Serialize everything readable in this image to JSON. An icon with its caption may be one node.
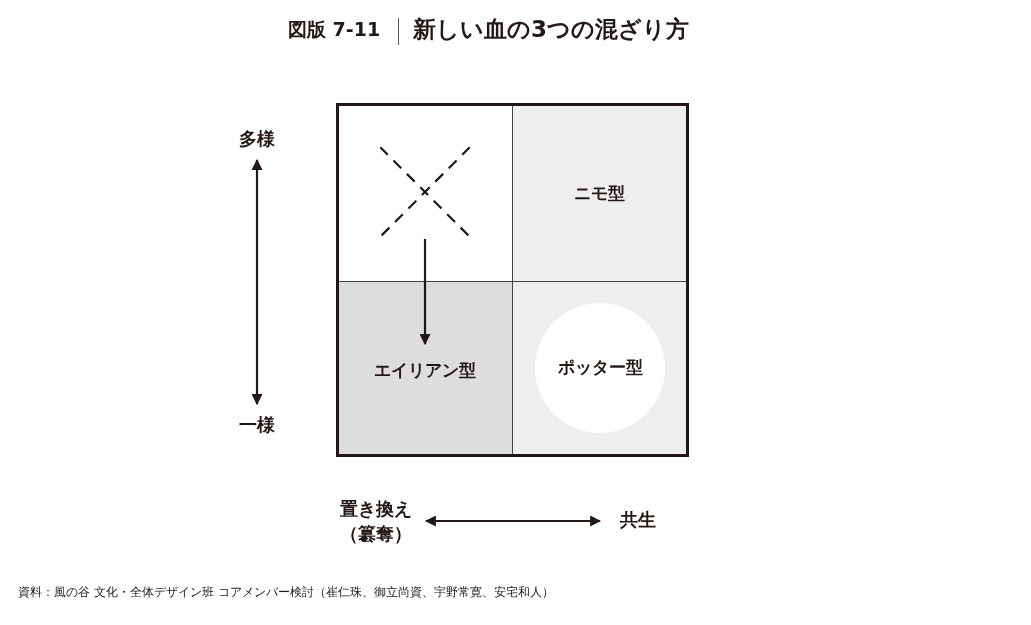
{
  "diagram": {
    "title": "新しい血の3つの混ざり方",
    "nodes": [
      {
        "text": [],
        "shape": "box"
      },
      {
        "text": [],
        "shape": "cross",
        "in": 0
      },
      {
        "text": [
          "ニモ型"
        ]
      },
      {
        "text": [],
        "shape": "box"
      },
      {
        "text": [
          "エイリアン型"
        ],
        "in": 3
      },
      {
        "text": [],
        "shape": "box"
      },
      {
        "text": [
          "ポッター型"
        ],
        "in": 5
      },
      {
        "text": [
          "多様"
        ]
      },
      {
        "text": [
          "一様"
        ]
      },
      {
        "text": [
          "置き換え（簒奪）"
        ]
      },
      {
        "text": [
          "共生"
        ]
      }
    ],
    "edges": [
      {
        "from": 1,
        "to": 4,
        "arrow": "to"
      },
      {
        "from": 7,
        "to": 8,
        "arrow": "both"
      },
      {
        "from": 9,
        "to": 10,
        "arrow": "both"
      }
    ],
    "labels": [
      "図版 7-11"
    ],
    "caption": "資料：風の谷 文化・全体デザイン班 コアメンバー検討（崔仁珠、御立尚資、宇野常寛、安宅和人）"
  }
}
